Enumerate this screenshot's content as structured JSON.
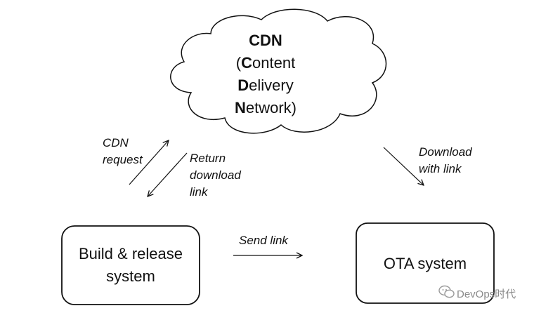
{
  "cloud": {
    "title": "CDN",
    "line1_initial": "C",
    "line1_rest": "ontent",
    "line1_prefix": "(",
    "line2_initial": "D",
    "line2_rest": "elivery",
    "line3_initial": "N",
    "line3_rest": "etwork)"
  },
  "labels": {
    "cdn_request_1": "CDN",
    "cdn_request_2": "request",
    "return_1": "Return",
    "return_2": "download",
    "return_3": "link",
    "download_1": "Download",
    "download_2": "with link",
    "send_link": "Send link"
  },
  "boxes": {
    "build_1": "Build & release",
    "build_2": "system",
    "ota": "OTA system"
  },
  "watermark": {
    "text": "DevOps时代",
    "icon": "wechat-icon"
  }
}
